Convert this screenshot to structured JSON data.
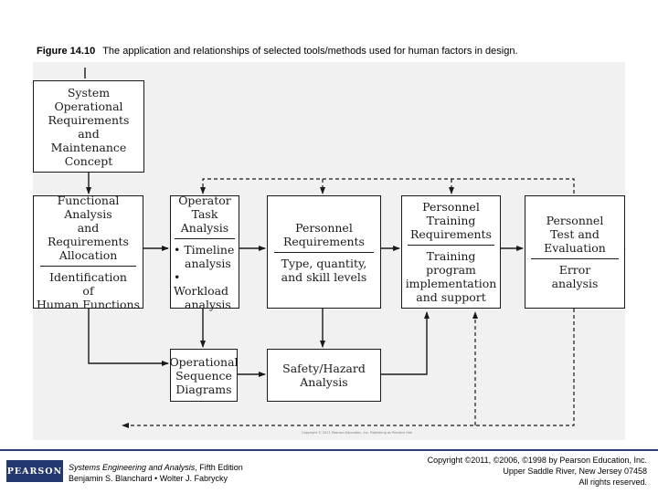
{
  "caption": {
    "figure_label": "Figure 14.10",
    "text": "The application and relationships of selected tools/methods used for human factors in design."
  },
  "boxes": {
    "system": [
      "System",
      "Operational",
      "Requirements",
      "and",
      "Maintenance",
      "Concept"
    ],
    "functional": {
      "top": [
        "Functional",
        "Analysis",
        "and",
        "Requirements",
        "Allocation"
      ],
      "bottom": [
        "Identification",
        "of",
        "Human Functions"
      ]
    },
    "operator": {
      "top": [
        "Operator",
        "Task",
        "Analysis"
      ],
      "bullet1": "• Timeline",
      "bullet1b": "analysis",
      "bullet2": "• Workload",
      "bullet2b": "analysis"
    },
    "personnel_req": {
      "top": [
        "Personnel",
        "Requirements"
      ],
      "bottom": [
        "Type, quantity,",
        "and skill levels"
      ]
    },
    "training": {
      "top": [
        "Personnel",
        "Training",
        "Requirements"
      ],
      "bottom": [
        "Training",
        "program",
        "implementation",
        "and support"
      ]
    },
    "test": {
      "top": [
        "Personnel",
        "Test and",
        "Evaluation"
      ],
      "bottom": [
        "Error",
        "analysis"
      ]
    },
    "sequence": [
      "Operational",
      "Sequence",
      "Diagrams"
    ],
    "safety": [
      "Safety/Hazard",
      "Analysis"
    ]
  },
  "image_credit": "Copyright © 2011 Pearson Education, Inc. Publishing as Prentice Hall",
  "footer": {
    "logo": "PEARSON",
    "book_title": "Systems Engineering and Analysis",
    "book_edition": ", Fifth Edition",
    "authors": "Benjamin S. Blanchard • Wolter J. Fabrycky",
    "copyright_1": "Copyright ©2011, ©2006, ©1998 by Pearson Education, Inc.",
    "copyright_2": "Upper Saddle River, New Jersey 07458",
    "copyright_3": "All rights reserved."
  },
  "colors": {
    "line": "#1a1a1a",
    "diagram_bg": "#f1f1f1",
    "brand": "#23376f"
  }
}
